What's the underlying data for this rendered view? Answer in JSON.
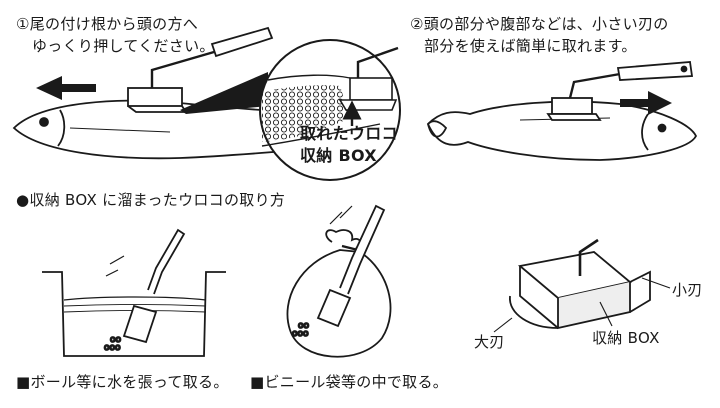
{
  "step1": {
    "number_icon": "circled-1",
    "line1": "尾の付け根から頭の方へ",
    "line2": "ゆっくり押してください。"
  },
  "step2": {
    "number_icon": "circled-2",
    "line1": "頭の部分や腹部などは、小さい刃の",
    "line2": "部分を使えば簡単に取れます。"
  },
  "callout": {
    "line1": "取れたウロコ",
    "line2": "収納 BOX"
  },
  "section_title": "●収納 BOX に溜まったウロコの取り方",
  "method1": "■ボール等に水を張って取る。",
  "method2": "■ビニール袋等の中で取る。",
  "parts": {
    "small_blade": "小刃",
    "large_blade": "大刃",
    "storage_box": "収納 BOX"
  },
  "icons": [
    "left-arrow-icon",
    "right-arrow-icon",
    "up-arrow-icon",
    "fish-icon",
    "scaler-tool-icon",
    "bowl-icon",
    "plastic-bag-icon"
  ],
  "colors": {
    "ink": "#1a1a1a",
    "paper": "#ffffff",
    "box_fill": "#eeeeee"
  }
}
